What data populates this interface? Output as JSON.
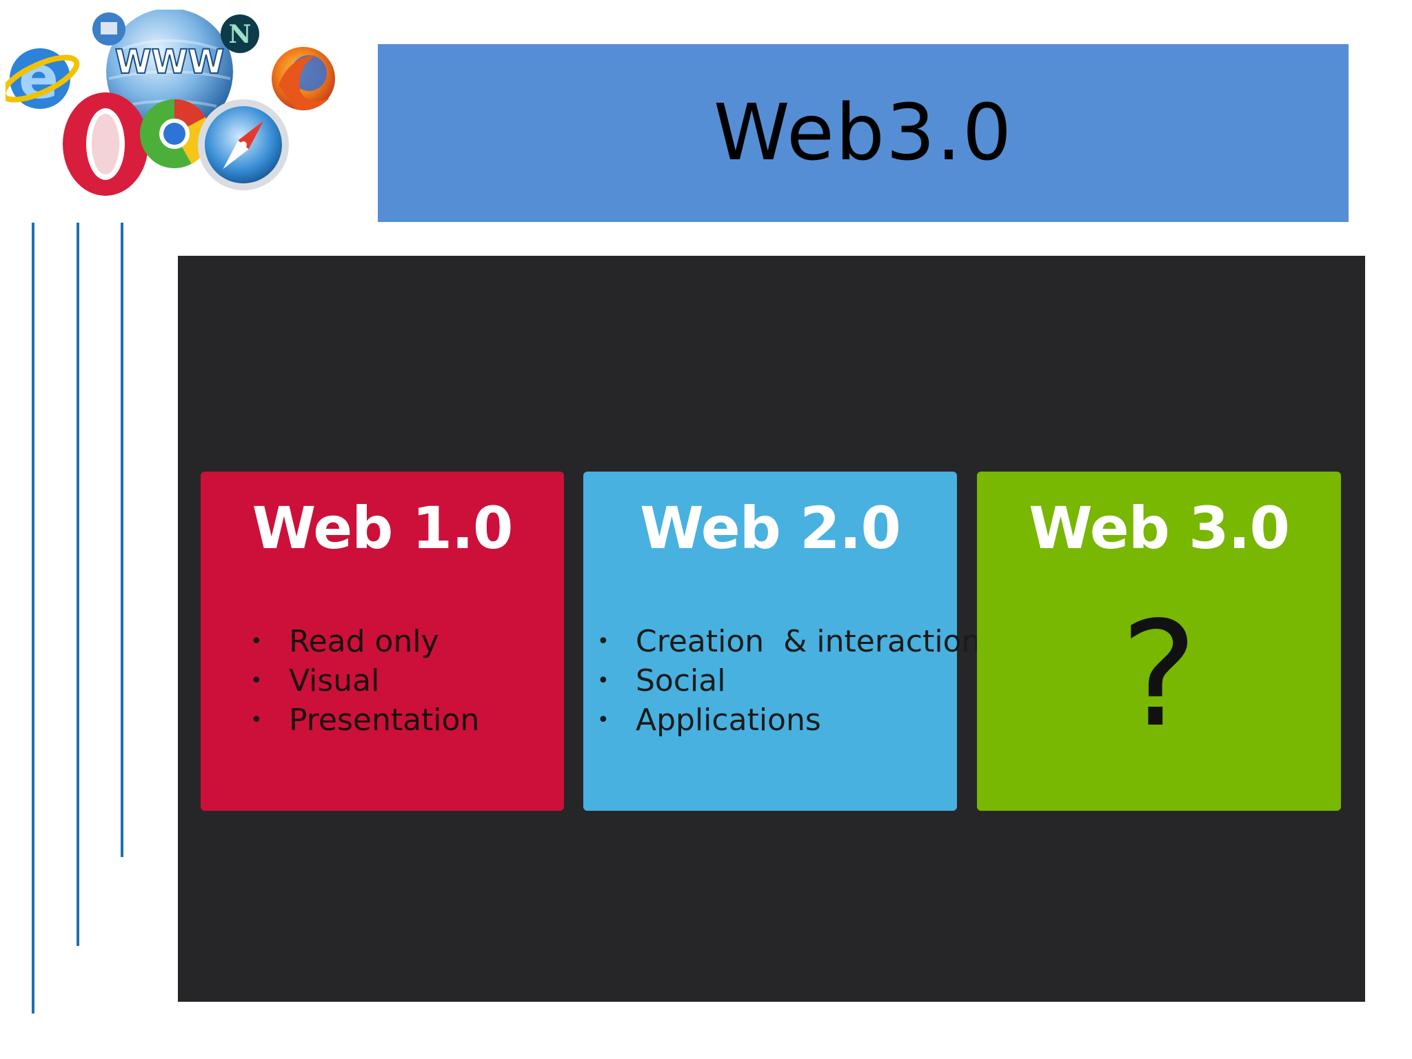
{
  "slide": {
    "title": "Web3.0"
  },
  "logos": {
    "icons": [
      "internet-explorer-icon",
      "globe-www-icon",
      "netscape-icon",
      "firefox-icon",
      "opera-icon",
      "chrome-icon",
      "safari-icon"
    ],
    "globe_text": "WWW"
  },
  "cards": [
    {
      "title": "Web 1.0",
      "color": "#cc103a",
      "items": [
        "Read only",
        "Visual",
        "Presentation"
      ]
    },
    {
      "title": "Web 2.0",
      "color": "#48b1e0",
      "items": [
        "Creation  & interaction",
        "Social",
        "Applications"
      ]
    },
    {
      "title": "Web 3.0",
      "color": "#78b702",
      "symbol": "?"
    }
  ],
  "colors": {
    "banner": "#558ed5",
    "panel": "#262628",
    "lines": "#1f6fb2"
  }
}
